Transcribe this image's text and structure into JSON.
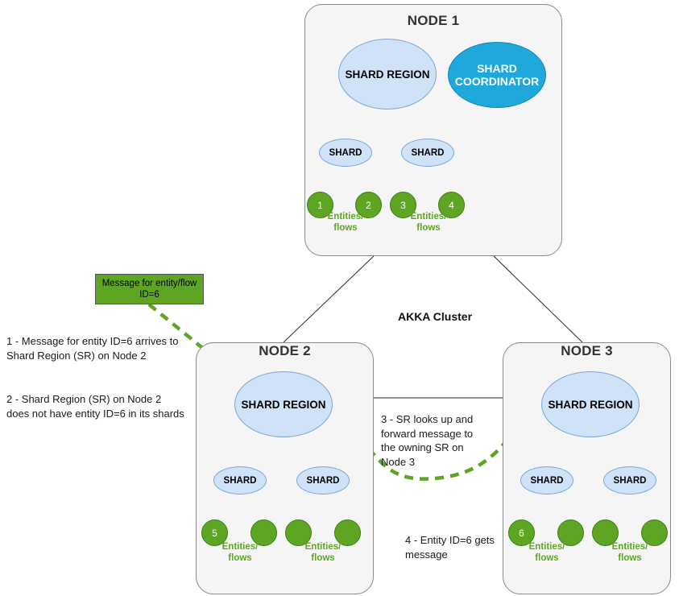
{
  "diagram": {
    "cluster_label": "AKKA Cluster",
    "colors": {
      "node_fill": "#f5f5f5",
      "node_border": "#8a8a8a",
      "region_fill": "#cfe2f7",
      "region_border": "#7aa6d6",
      "coordinator_fill": "#1fa8dc",
      "entity_green": "#5fa524",
      "arrow_green": "#5fa524",
      "text_dark": "#1a1a1a"
    }
  },
  "nodes": [
    {
      "id": "node1",
      "title": "NODE 1",
      "shard_region_label": "SHARD REGION",
      "coordinator_label": "SHARD\nCOORDINATOR",
      "shards": [
        {
          "label": "SHARD",
          "entities_label": "Entities/\nflows",
          "entities": [
            "1",
            "2"
          ]
        },
        {
          "label": "SHARD",
          "entities_label": "Entities/\nflows",
          "entities": [
            "3",
            "4"
          ]
        }
      ]
    },
    {
      "id": "node2",
      "title": "NODE 2",
      "shard_region_label": "SHARD REGION",
      "shards": [
        {
          "label": "SHARD",
          "entities_label": "Entities/\nflows",
          "entities": [
            "5",
            ""
          ]
        },
        {
          "label": "SHARD",
          "entities_label": "Entities/\nflows",
          "entities": [
            "",
            ""
          ]
        }
      ]
    },
    {
      "id": "node3",
      "title": "NODE 3",
      "shard_region_label": "SHARD REGION",
      "shards": [
        {
          "label": "SHARD",
          "entities_label": "Entities/\nflows",
          "entities": [
            "6",
            ""
          ]
        },
        {
          "label": "SHARD",
          "entities_label": "Entities/\nflows",
          "entities": [
            "",
            ""
          ]
        }
      ]
    }
  ],
  "message_box": {
    "text": "Message for entity/flow\nID=6"
  },
  "steps": [
    {
      "id": "step1",
      "text": "1 - Message for entity ID=6 arrives to\nShard Region (SR) on Node 2"
    },
    {
      "id": "step2",
      "text": "2 - Shard Region (SR) on Node 2\ndoes not have entity ID=6 in its shards"
    },
    {
      "id": "step3",
      "text": "3 - SR looks up and\nforward message to\nthe owning SR on\nNode 3"
    },
    {
      "id": "step4",
      "text": "4 - Entity ID=6 gets\nmessage"
    }
  ]
}
